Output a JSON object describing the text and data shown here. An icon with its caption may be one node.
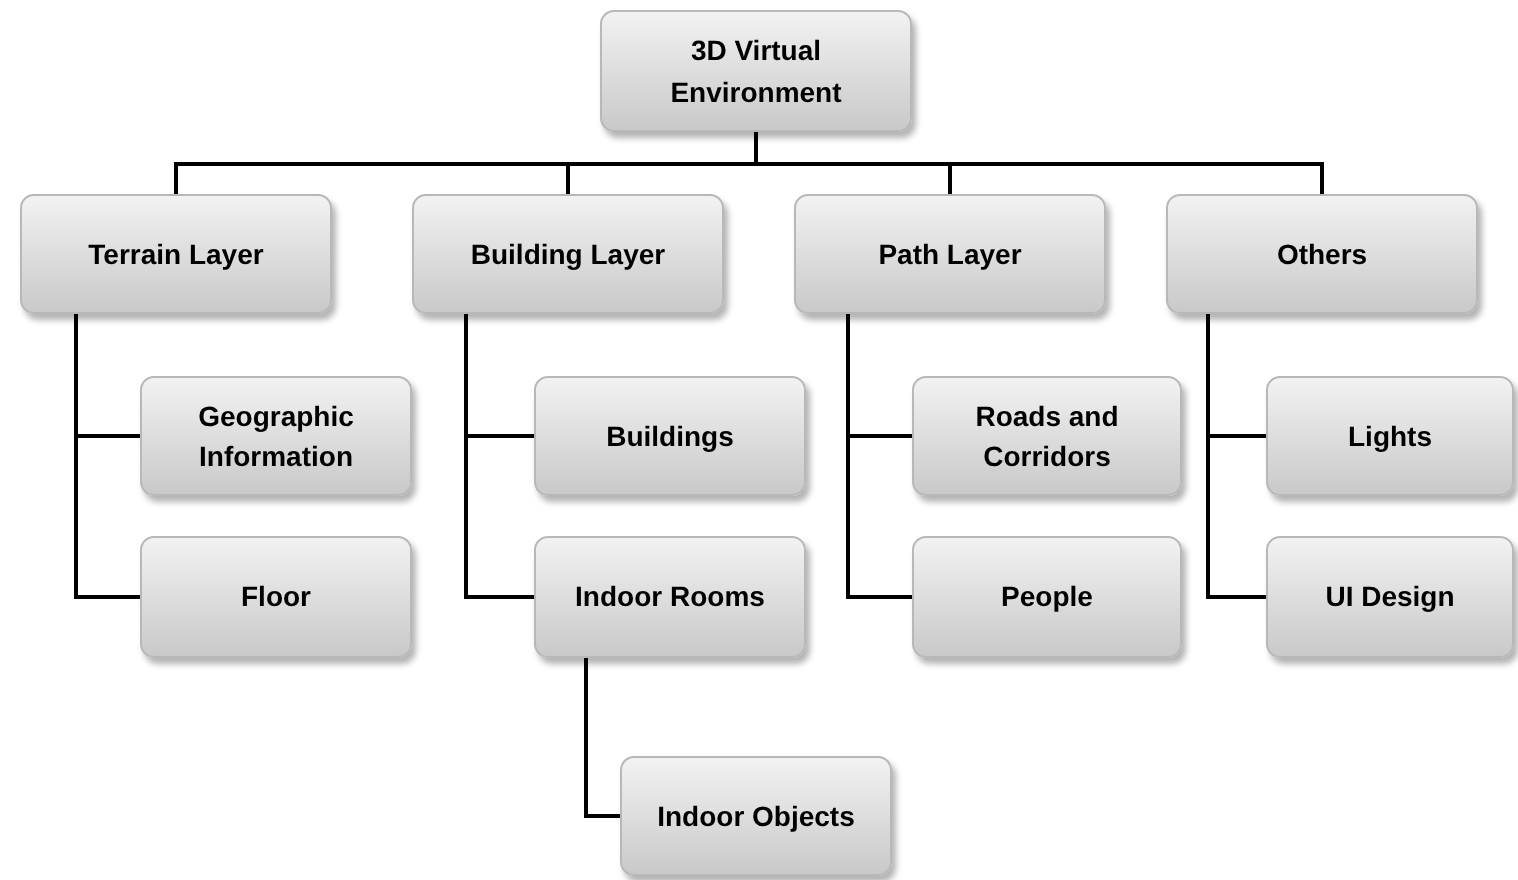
{
  "diagram": {
    "nodes": [
      {
        "text": [
          "3D Virtual Environment"
        ]
      },
      {
        "text": [
          "Terrain Layer"
        ]
      },
      {
        "text": [
          "Building Layer"
        ]
      },
      {
        "text": [
          "Path Layer"
        ]
      },
      {
        "text": [
          "Others"
        ]
      },
      {
        "text": [
          "Geographic Information"
        ]
      },
      {
        "text": [
          "Floor"
        ]
      },
      {
        "text": [
          "Buildings"
        ]
      },
      {
        "text": [
          "Indoor Rooms"
        ]
      },
      {
        "text": [
          "Indoor Objects"
        ]
      },
      {
        "text": [
          "Roads and Corridors"
        ]
      },
      {
        "text": [
          "People"
        ]
      },
      {
        "text": [
          "Lights"
        ]
      },
      {
        "text": [
          "UI Design"
        ]
      }
    ],
    "edges": [
      {
        "from": 0,
        "to": 1,
        "arrow": "none"
      },
      {
        "from": 0,
        "to": 2,
        "arrow": "none"
      },
      {
        "from": 0,
        "to": 3,
        "arrow": "none"
      },
      {
        "from": 0,
        "to": 4,
        "arrow": "none"
      },
      {
        "from": 1,
        "to": 5,
        "arrow": "none"
      },
      {
        "from": 1,
        "to": 6,
        "arrow": "none"
      },
      {
        "from": 2,
        "to": 7,
        "arrow": "none"
      },
      {
        "from": 2,
        "to": 8,
        "arrow": "none"
      },
      {
        "from": 8,
        "to": 9,
        "arrow": "none"
      },
      {
        "from": 3,
        "to": 10,
        "arrow": "none"
      },
      {
        "from": 3,
        "to": 11,
        "arrow": "none"
      },
      {
        "from": 4,
        "to": 12,
        "arrow": "none"
      },
      {
        "from": 4,
        "to": 13,
        "arrow": "none"
      }
    ]
  }
}
